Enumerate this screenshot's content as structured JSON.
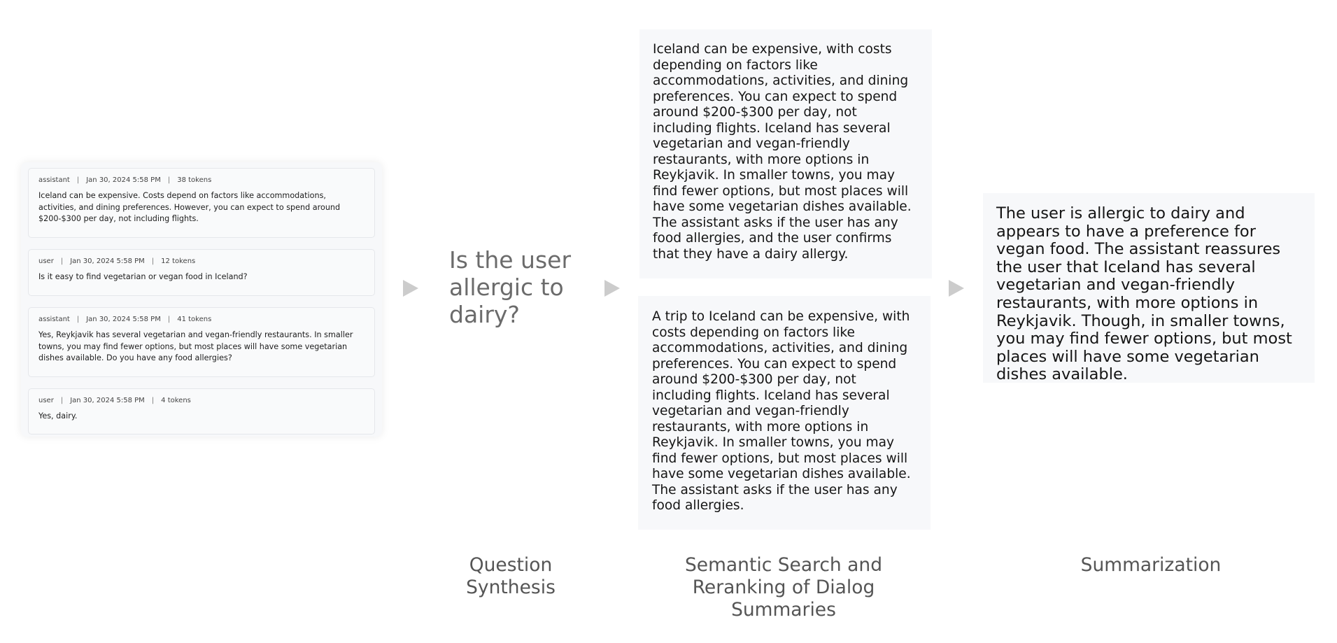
{
  "conversation": [
    {
      "role": "assistant",
      "timestamp": "Jan 30, 2024 5:58 PM",
      "tokens": "38 tokens",
      "text": "Iceland can be expensive. Costs depend on factors like accommodations, activities, and dining preferences. However, you can expect to spend around $200-$300 per day, not including flights."
    },
    {
      "role": "user",
      "timestamp": "Jan 30, 2024 5:58 PM",
      "tokens": "12 tokens",
      "text": "Is it easy to find vegetarian or vegan food in Iceland?"
    },
    {
      "role": "assistant",
      "timestamp": "Jan 30, 2024 5:58 PM",
      "tokens": "41 tokens",
      "text": "Yes, Reykjavik has several vegetarian and vegan-friendly restaurants. In smaller towns, you may find fewer options, but most places will have some vegetarian dishes available. Do you have any food allergies?"
    },
    {
      "role": "user",
      "timestamp": "Jan 30, 2024 5:58 PM",
      "tokens": "4 tokens",
      "text": "Yes, dairy."
    }
  ],
  "question": "Is the user allergic to dairy?",
  "search_results": [
    "Iceland can be expensive, with costs depending on factors like accommodations, activities, and dining preferences. You can expect to spend around $200-$300 per day, not including flights. Iceland has several vegetarian and vegan-friendly restaurants, with more options in Reykjavik. In smaller towns, you may find fewer options, but most places will have some vegetarian dishes available. The assistant asks if the user has any food allergies, and the user confirms that they have a dairy allergy.",
    "A trip to Iceland can be expensive, with costs depending on factors like accommodations, activities, and dining preferences. You can expect to spend around $200-$300 per day, not including flights. Iceland has several vegetarian and vegan-friendly restaurants, with more options in Reykjavik. In smaller towns, you may find fewer options, but most places will have some vegetarian dishes available. The assistant asks if the user has any food allergies."
  ],
  "summary": "The user is allergic to dairy and appears to have a preference for vegan food. The assistant reassures the user that Iceland has several vegetarian and vegan-friendly restaurants, with more options in Reykjavik. Though, in smaller towns, you may find fewer options, but most places will have some vegetarian dishes available.",
  "stages": {
    "question_synthesis": "Question Synthesis",
    "semantic_search": "Semantic Search and Reranking of Dialog Summaries",
    "summarization": "Summarization"
  },
  "colors": {
    "arrow": "#cccccc",
    "card_background": "#f7f8fa",
    "caption_text": "#555555",
    "question_text": "#6b6b6b"
  },
  "icons": {
    "flow_arrow": "right-triangle-arrow"
  }
}
